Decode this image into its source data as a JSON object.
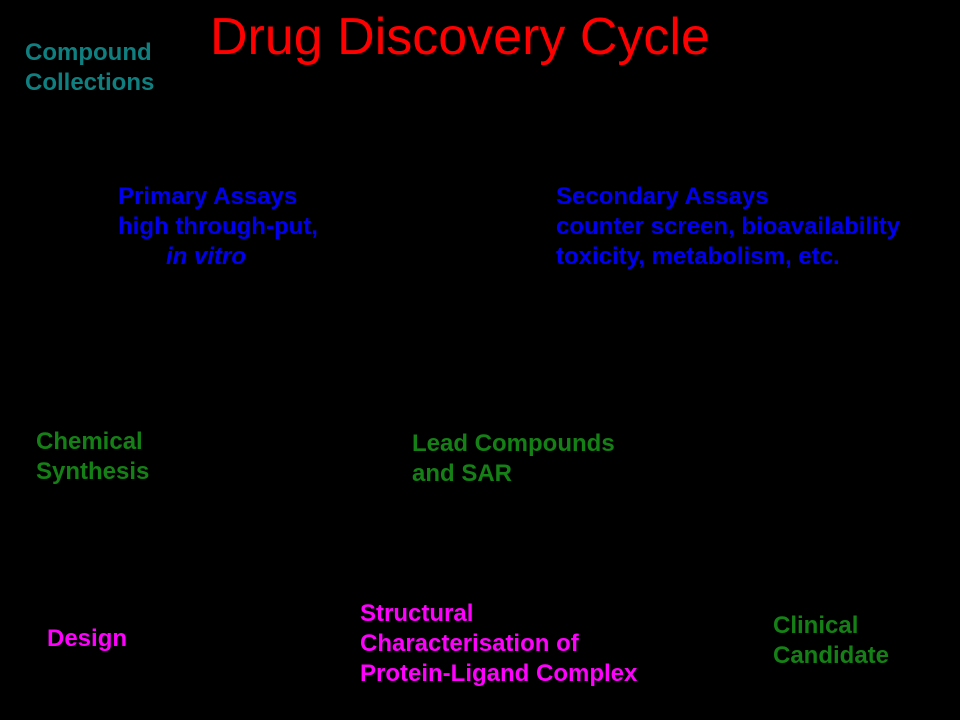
{
  "slide": {
    "background_color": "#000000",
    "title": {
      "text": "Drug Discovery Cycle",
      "color": "#ff0000"
    }
  },
  "cycle_stages": {
    "compound_collections": {
      "line1": "Compound",
      "line2": "Collections",
      "color": "#107f80"
    },
    "primary_assays": {
      "line1": "Primary Assays",
      "line2": "high through-put,",
      "line3": "in vitro",
      "color": "#0000ee"
    },
    "secondary_assays": {
      "line1": "Secondary Assays",
      "line2": "counter screen, bioavailability",
      "line3": "toxicity, metabolism, etc.",
      "color": "#0000ee"
    },
    "chemical_synthesis": {
      "line1": "Chemical",
      "line2": "Synthesis",
      "color": "#158015"
    },
    "lead_compounds": {
      "line1": "Lead Compounds",
      "line2": "and SAR",
      "color": "#158015"
    },
    "design": {
      "line1": "Design",
      "color": "#ff00ff"
    },
    "structural_characterisation": {
      "line1": "Structural",
      "line2": "Characterisation of",
      "line3": "Protein-Ligand Complex",
      "color": "#ff00ff"
    },
    "clinical_candidate": {
      "line1": "Clinical",
      "line2": "Candidate",
      "color": "#158015"
    }
  }
}
